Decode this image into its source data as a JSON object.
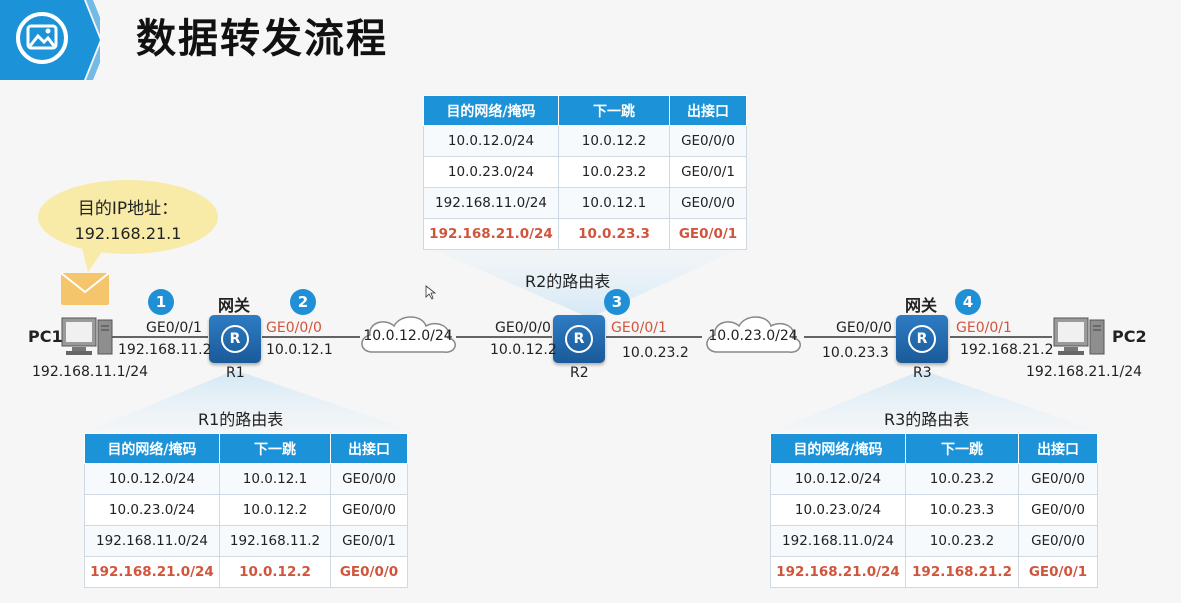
{
  "title": "数据转发流程",
  "bubble": {
    "line1": "目的IP地址：",
    "line2": "192.168.21.1"
  },
  "pc1": {
    "name": "PC1",
    "ip": "192.168.11.1/24"
  },
  "pc2": {
    "name": "PC2",
    "ip": "192.168.21.1/24"
  },
  "gateway_label": "网关",
  "steps": [
    "1",
    "2",
    "3",
    "4"
  ],
  "r1": {
    "name": "R1",
    "left_if": "GE0/0/1",
    "left_ip": "192.168.11.2",
    "right_if": "GE0/0/0",
    "right_ip": "10.0.12.1"
  },
  "r2": {
    "name": "R2",
    "left_if": "GE0/0/0",
    "left_ip": "10.0.12.2",
    "right_if": "GE0/0/1",
    "right_ip": "10.0.23.2"
  },
  "r3": {
    "name": "R3",
    "left_if": "GE0/0/0",
    "left_ip": "10.0.23.3",
    "right_if": "GE0/0/1",
    "right_ip": "192.168.21.2"
  },
  "clouds": {
    "c1": "10.0.12.0/24",
    "c2": "10.0.23.0/24"
  },
  "colors": {
    "accent_blue": "#1c93d8",
    "highlight_red": "#d0553c",
    "router_blue": "#1f63a8",
    "bubble_yellow": "#f8eaa7",
    "envelope": "#f5c56b"
  },
  "table_headers": {
    "dest": "目的网络/掩码",
    "next": "下一跳",
    "out": "出接口"
  },
  "tables": {
    "r1": {
      "caption": "R1的路由表",
      "rows": [
        [
          "10.0.12.0/24",
          "10.0.12.1",
          "GE0/0/0"
        ],
        [
          "10.0.23.0/24",
          "10.0.12.2",
          "GE0/0/0"
        ],
        [
          "192.168.11.0/24",
          "192.168.11.2",
          "GE0/0/1"
        ],
        [
          "192.168.21.0/24",
          "10.0.12.2",
          "GE0/0/0"
        ]
      ]
    },
    "r2": {
      "caption": "R2的路由表",
      "rows": [
        [
          "10.0.12.0/24",
          "10.0.12.2",
          "GE0/0/0"
        ],
        [
          "10.0.23.0/24",
          "10.0.23.2",
          "GE0/0/1"
        ],
        [
          "192.168.11.0/24",
          "10.0.12.1",
          "GE0/0/0"
        ],
        [
          "192.168.21.0/24",
          "10.0.23.3",
          "GE0/0/1"
        ]
      ]
    },
    "r3": {
      "caption": "R3的路由表",
      "rows": [
        [
          "10.0.12.0/24",
          "10.0.23.2",
          "GE0/0/0"
        ],
        [
          "10.0.23.0/24",
          "10.0.23.3",
          "GE0/0/0"
        ],
        [
          "192.168.11.0/24",
          "10.0.23.2",
          "GE0/0/0"
        ],
        [
          "192.168.21.0/24",
          "192.168.21.2",
          "GE0/0/1"
        ]
      ]
    }
  }
}
